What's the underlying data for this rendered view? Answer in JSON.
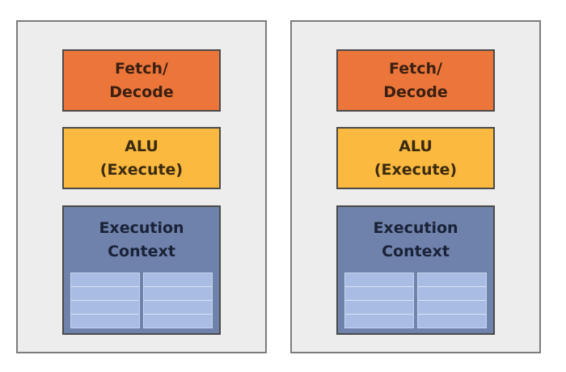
{
  "cores": [
    {
      "fetch": {
        "line1": "Fetch/",
        "line2": "Decode"
      },
      "alu": {
        "line1": "ALU",
        "line2": "(Execute)"
      },
      "context": {
        "line1": "Execution",
        "line2": "Context"
      },
      "colors": {
        "fetch": "#ec7639",
        "alu": "#fbb93f",
        "context": "#6f82ab",
        "registers": "#a9bde4"
      }
    },
    {
      "fetch": {
        "line1": "Fetch/",
        "line2": "Decode"
      },
      "alu": {
        "line1": "ALU",
        "line2": "(Execute)"
      },
      "context": {
        "line1": "Execution",
        "line2": "Context"
      },
      "colors": {
        "fetch": "#ec7639",
        "alu": "#fbb93f",
        "context": "#6f82ab",
        "registers": "#a9bde4"
      }
    }
  ]
}
